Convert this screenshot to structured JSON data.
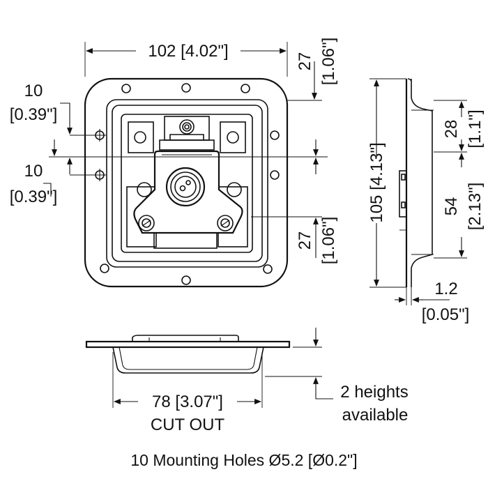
{
  "dimensions": {
    "width_top": "102 [4.02\"]",
    "top_offset_mm": "27",
    "top_offset_in": "[1.06\"]",
    "hole_upper_mm": "10",
    "hole_upper_in": "[0.39\"]",
    "hole_lower_mm": "10",
    "hole_lower_in": "[0.39\"]",
    "bottom_offset_mm": "27",
    "bottom_offset_in": "[1.06\"]",
    "side_height": "105 [4.13\"]",
    "side_upper_mm": "28",
    "side_upper_in": "[1.1\"]",
    "side_lower_mm": "54",
    "side_lower_in": "[2.13\"]",
    "thickness_mm": "1.2",
    "thickness_in": "[0.05\"]",
    "cutout_width": "78 [3.07\"]",
    "cutout_label": "CUT OUT",
    "heights_line1": "2 heights",
    "heights_line2": "available"
  },
  "footer": {
    "mounting_note": "10 Mounting Holes Ø5.2 [Ø0.2\"]"
  }
}
